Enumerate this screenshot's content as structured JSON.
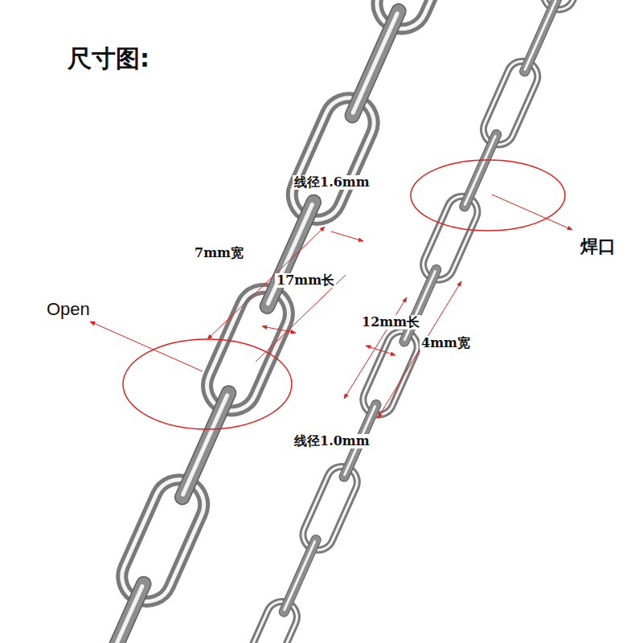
{
  "diagram": {
    "title": "尺寸图:",
    "labels": [
      "线径1.6mm",
      "7mm宽",
      "17mm长",
      "Open",
      "12mm长",
      "4mm宽",
      "线径1.0mm",
      "焊口"
    ]
  }
}
